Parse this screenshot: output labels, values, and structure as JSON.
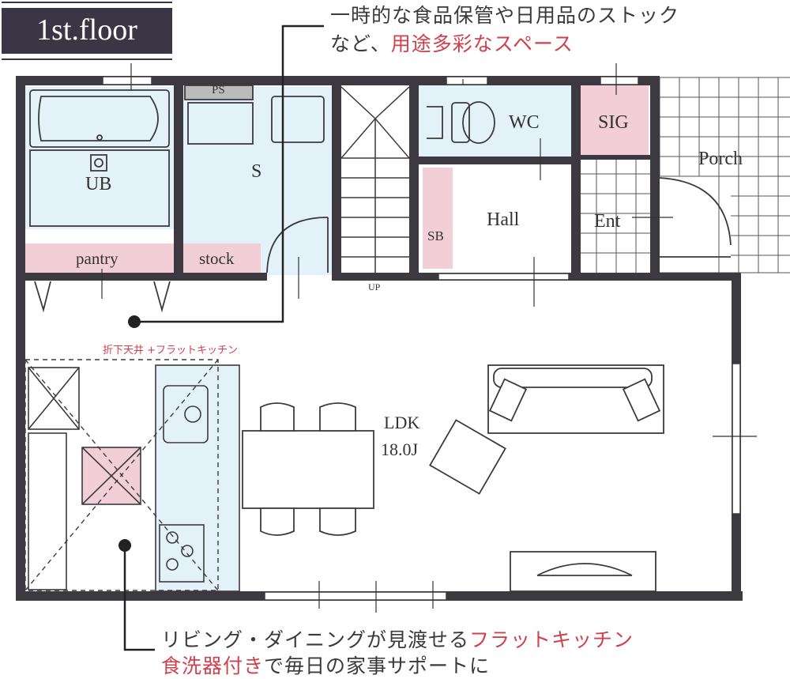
{
  "title": "1st.floor",
  "note_top": {
    "line1": "一時的な食品保管や日用品のストック",
    "line2_plain": "など、",
    "line2_highlight": "用途多彩なスペース"
  },
  "note_bottom": {
    "line1_plain": "リビング・ダイニングが見渡せる",
    "line1_highlight": "フラットキッチン",
    "line2_highlight": "食洗器付き",
    "line2_plain": "で毎日の家事サポートに"
  },
  "rooms": {
    "ps": "PS",
    "s": "S",
    "ub": "UB",
    "pantry": "pantry",
    "stock": "stock",
    "wc": "WC",
    "sig": "SIG",
    "porch": "Porch",
    "hall": "Hall",
    "ent": "Ent",
    "sb": "SB",
    "up": "UP",
    "ldk": "LDK",
    "ldk_size": "18.0J"
  },
  "kitchen_note": "折下天井 +フラットキッチン",
  "colors": {
    "wall": "#3c3a40",
    "light_blue": "#e3f2f8",
    "pink": "#f2cfd6",
    "accent_red": "#d0404d",
    "title_bg": "#3c3546"
  }
}
